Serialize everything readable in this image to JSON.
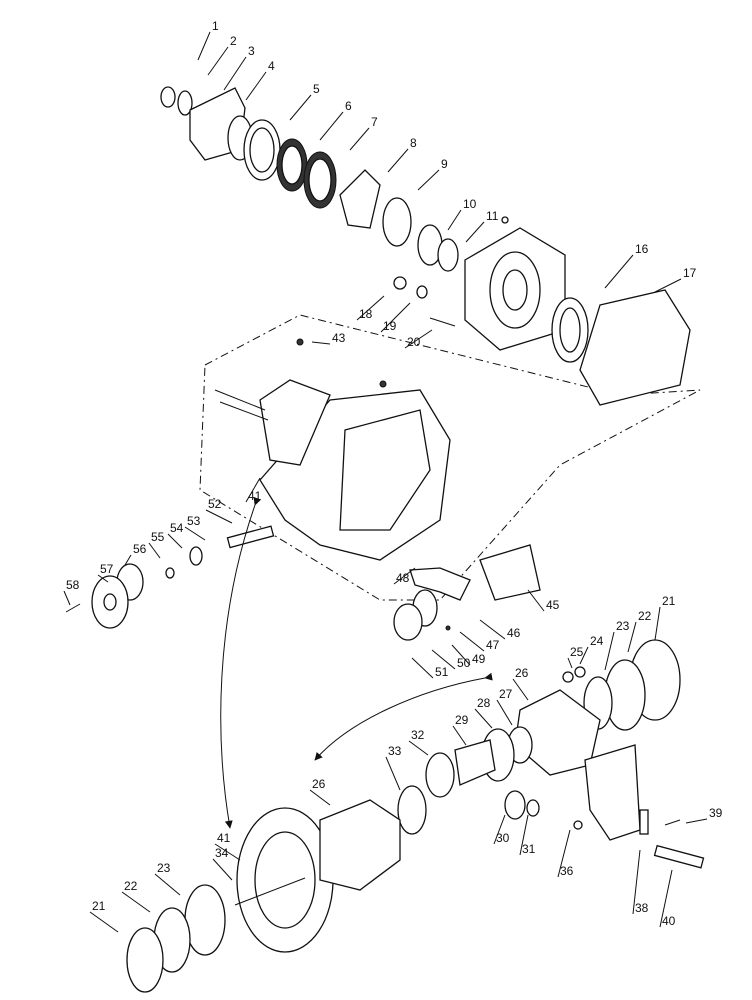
{
  "callouts": [
    {
      "id": "c1",
      "text": "1"
    },
    {
      "id": "c2",
      "text": "2"
    },
    {
      "id": "c3",
      "text": "3"
    },
    {
      "id": "c4",
      "text": "4"
    },
    {
      "id": "c5",
      "text": "5"
    },
    {
      "id": "c6",
      "text": "6"
    },
    {
      "id": "c7",
      "text": "7"
    },
    {
      "id": "c8",
      "text": "8"
    },
    {
      "id": "c9",
      "text": "9"
    },
    {
      "id": "c10",
      "text": "10"
    },
    {
      "id": "c11",
      "text": "11"
    },
    {
      "id": "c16",
      "text": "16"
    },
    {
      "id": "c17",
      "text": "17"
    },
    {
      "id": "c18",
      "text": "18"
    },
    {
      "id": "c19",
      "text": "19"
    },
    {
      "id": "c20",
      "text": "20"
    },
    {
      "id": "c43",
      "text": "43"
    },
    {
      "id": "c41a",
      "text": "41"
    },
    {
      "id": "c52",
      "text": "52"
    },
    {
      "id": "c53",
      "text": "53"
    },
    {
      "id": "c54",
      "text": "54"
    },
    {
      "id": "c55",
      "text": "55"
    },
    {
      "id": "c56",
      "text": "56"
    },
    {
      "id": "c57",
      "text": "57"
    },
    {
      "id": "c58",
      "text": "58"
    },
    {
      "id": "c48",
      "text": "48"
    },
    {
      "id": "c45",
      "text": "45"
    },
    {
      "id": "c46",
      "text": "46"
    },
    {
      "id": "c47",
      "text": "47"
    },
    {
      "id": "c49",
      "text": "49"
    },
    {
      "id": "c50",
      "text": "50"
    },
    {
      "id": "c51",
      "text": "51"
    },
    {
      "id": "c21a",
      "text": "21"
    },
    {
      "id": "c22a",
      "text": "22"
    },
    {
      "id": "c23a",
      "text": "23"
    },
    {
      "id": "c24",
      "text": "24"
    },
    {
      "id": "c25",
      "text": "25"
    },
    {
      "id": "c26a",
      "text": "26"
    },
    {
      "id": "c27",
      "text": "27"
    },
    {
      "id": "c28",
      "text": "28"
    },
    {
      "id": "c29",
      "text": "29"
    },
    {
      "id": "c32",
      "text": "32"
    },
    {
      "id": "c33",
      "text": "33"
    },
    {
      "id": "c26b",
      "text": "26"
    },
    {
      "id": "c30",
      "text": "30"
    },
    {
      "id": "c31",
      "text": "31"
    },
    {
      "id": "c36",
      "text": "36"
    },
    {
      "id": "c39",
      "text": "39"
    },
    {
      "id": "c38",
      "text": "38"
    },
    {
      "id": "c40",
      "text": "40"
    },
    {
      "id": "c41b",
      "text": "41"
    },
    {
      "id": "c34",
      "text": "34"
    },
    {
      "id": "c23b",
      "text": "23"
    },
    {
      "id": "c22b",
      "text": "22"
    },
    {
      "id": "c21b",
      "text": "21"
    }
  ],
  "icons": {
    "arrow": "double-headed-arrow-icon"
  }
}
